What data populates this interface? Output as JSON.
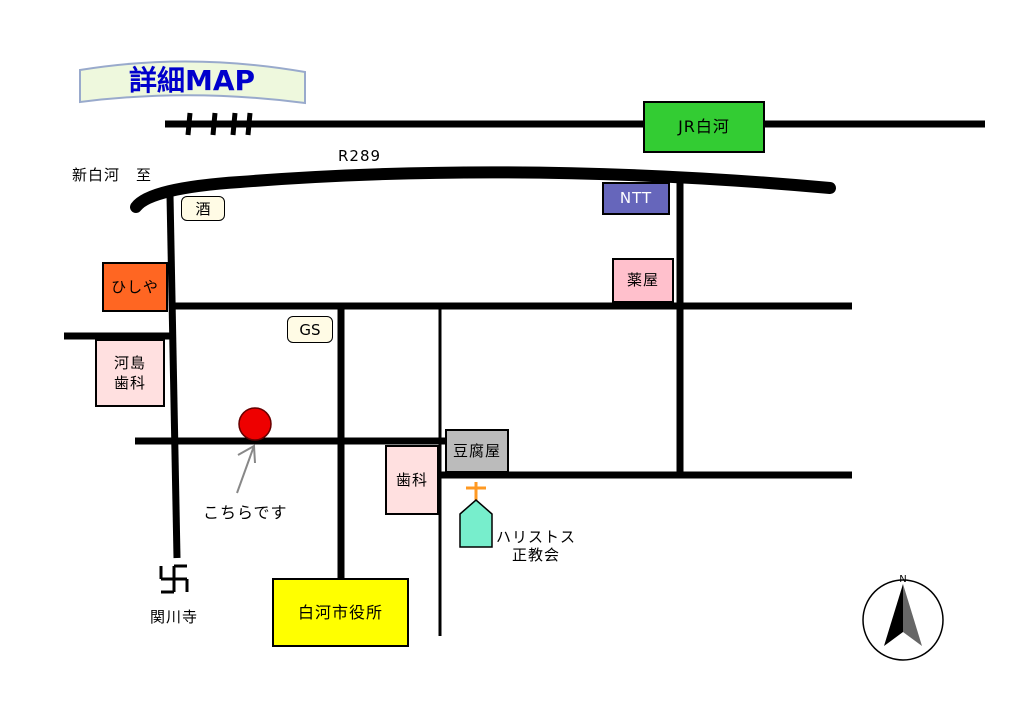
{
  "title": "詳細MAP",
  "roads": {
    "route": "R289",
    "direction": "新白河　至"
  },
  "places": {
    "jr": "JR白河",
    "ntt": "NTT",
    "kusuriya": "薬屋",
    "sake": "酒",
    "hishiya": "ひしや",
    "gs": "GS",
    "kawashima": "河島\n歯科",
    "tofuya": "豆腐屋",
    "dental": "歯科",
    "church": "ハリストス\n正教会",
    "temple": "関川寺",
    "city_hall": "白河市役所",
    "here": "こちらです"
  },
  "compass": "N",
  "colors": {
    "jr": "#33cc33",
    "ntt": "#6666bb",
    "kusuriya": "#ffc0cc",
    "hishiya": "#ff6622",
    "kawashima": "#ffe0e0",
    "tofuya": "#bbbbbb",
    "dental": "#ffe0e0",
    "church": "#77eecc",
    "city_hall": "#ffff00",
    "marker": "#ee0000",
    "cross": "#ff9922"
  }
}
